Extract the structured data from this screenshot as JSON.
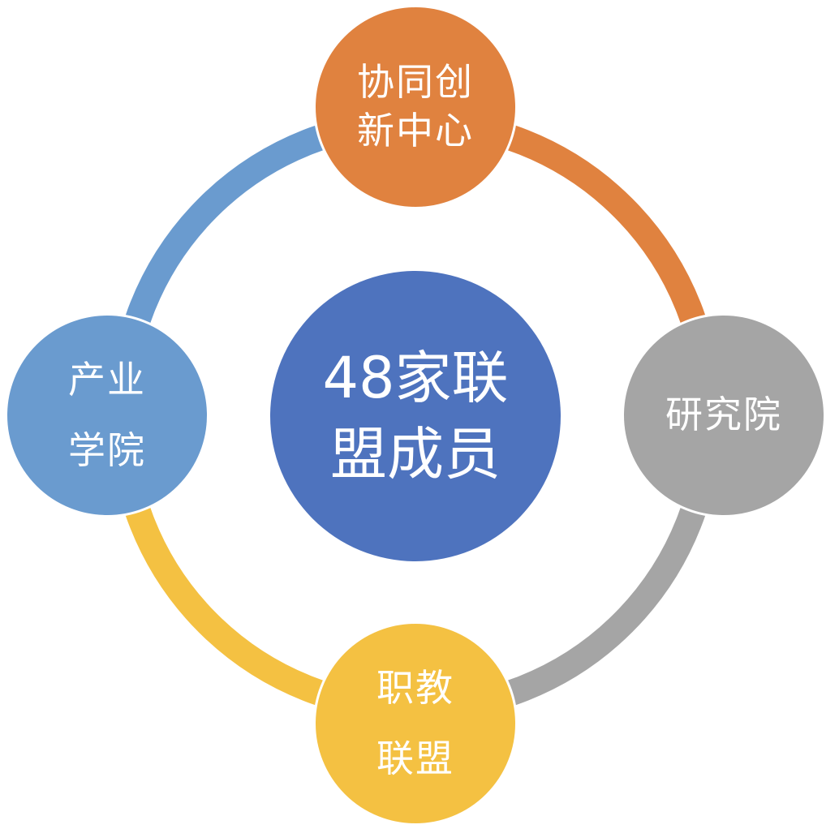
{
  "colors": {
    "orange": "#E0823F",
    "gray": "#A5A5A5",
    "yellow": "#F4C142",
    "blue": "#6A9BCF",
    "center": "#4E73BE"
  },
  "center": {
    "line1": "48家联",
    "line2": "盟成员"
  },
  "nodes": {
    "top": {
      "line1": "协同创",
      "line2": "新中心"
    },
    "right": {
      "line1": "研究院"
    },
    "bottom": {
      "line1": "职教",
      "line2": "联盟"
    },
    "left": {
      "line1": "产业",
      "line2": "学院"
    }
  }
}
